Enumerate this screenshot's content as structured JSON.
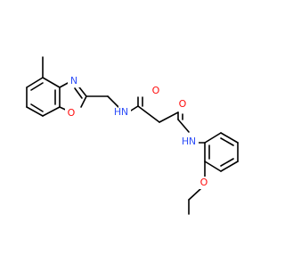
{
  "molecule": {
    "atom_labels": {
      "oxazole_N": "N",
      "oxazole_O": "O",
      "amide1_N": "N",
      "amide1_H": "H",
      "carbonyl1_O": "O",
      "carbonyl2_O": "O",
      "amide2_N": "N",
      "amide2_H": "H",
      "ether_O": "O"
    },
    "colors": {
      "bond": "#000000",
      "nitrogen": "#3050F8",
      "oxygen": "#FF0D0D",
      "background": "#FFFFFF"
    }
  }
}
